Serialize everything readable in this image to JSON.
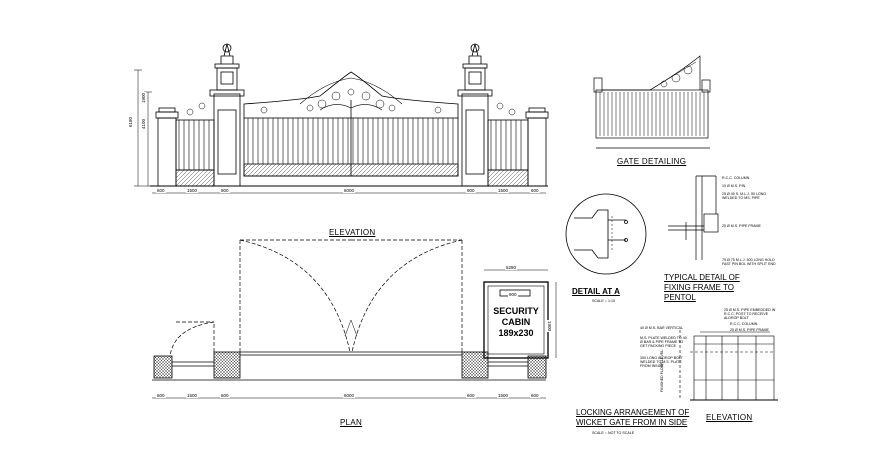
{
  "titles": {
    "elevation": "ELEVATION",
    "plan": "PLAN",
    "gate_detailing": "GATE DETAILING",
    "detail_a": "DETAIL AT A",
    "typical_detail": "TYPICAL DETAIL OF FIXING FRAME TO PENTOL",
    "locking_arrangement": "LOCKING ARRANGEMENT OF WICKET GATE FROM IN SIDE",
    "elevation_2": "ELEVATION"
  },
  "scales": {
    "detail_a": "SCALE :-       1:10",
    "locking": "SCALE :- NOT TO SCALE"
  },
  "cabin": {
    "line1": "SECURITY",
    "line2": "CABIN",
    "line3": "189x230",
    "width_dim": "5280",
    "inner_dim": "900",
    "side_dim": "1900"
  },
  "elevation_dims": {
    "heights": [
      "6180",
      "4100",
      "1900"
    ],
    "bottom": [
      "600",
      "1500",
      "900",
      "6000",
      "900",
      "1500",
      "600"
    ]
  },
  "plan_dims": {
    "bottom": [
      "600",
      "1500",
      "600",
      "6000",
      "600",
      "1500",
      "600"
    ]
  },
  "typical_detail_notes": [
    "R.C.C. COLUMN",
    "10 Ø M.S. PIN",
    "25 Ø 40 S. M.L.J. 50 LONG WELDED TO MS. PIPE",
    "25 Ø M.S. PIPE FRAME",
    "75 Ø 75 M.L.J. 500 LONG HOLD FAST PIN BOL WITH SPLIT END"
  ],
  "locking_notes": [
    "40 Ø M.S. BAR VERTICAL",
    "M.S. PLATE WELDED TO 40 Ø BAR & PIPE FRAME TO GET PACKING PIECE",
    "300 LONG ALDROP BOLT WELDED TO M.S. PLATE FROM INSIDE",
    "25 Ø M.S. PIPE EMBEDDED IN R.C.C. POST TO RECEIVE ALDROP BOLT",
    "R.C.C. COLUMN",
    "25 Ø M.S. PIPE FRAME",
    "FINISHED FLOOR LEVEL"
  ]
}
